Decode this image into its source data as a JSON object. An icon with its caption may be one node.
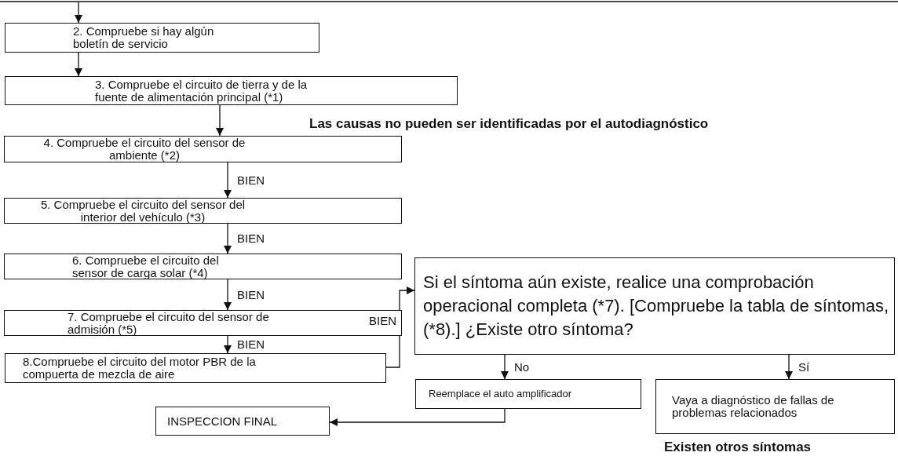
{
  "diagram": {
    "nodes": [
      {
        "text": [
          "2. Compruebe si hay algún boletín de servicio"
        ]
      },
      {
        "text": [
          "3. Compruebe el circuito de tierra  y de la fuente de alimentación principal (*1)"
        ]
      },
      {
        "text": [
          "4. Compruebe el circuito del sensor de ambiente (*2)"
        ]
      },
      {
        "text": [
          "5. Compruebe el circuito del sensor del interior del vehículo (*3)"
        ]
      },
      {
        "text": [
          "6. Compruebe el circuito del sensor de carga solar (*4)"
        ]
      },
      {
        "text": [
          "7. Compruebe el circuito del sensor de admisión (*5)"
        ]
      },
      {
        "text": [
          "8.Compruebe el circuito del motor PBR de la compuerta de mezcla de aire"
        ]
      },
      {
        "text": [
          "Si el síntoma aún existe, realice una comprobación operacional completa (*7). [Compruebe la tabla de síntomas, (*8).] ¿Existe otro síntoma?"
        ]
      },
      {
        "text": [
          "Reemplace el auto amplificador"
        ]
      },
      {
        "text": [
          "Vaya a diagnóstico de fallas de problemas relacionados"
        ]
      },
      {
        "text": [
          "INSPECCION FINAL"
        ]
      }
    ],
    "edges": [
      {
        "from": null,
        "to": 0,
        "arrow": "to"
      },
      {
        "from": 0,
        "to": 1,
        "arrow": "to"
      },
      {
        "from": 1,
        "to": 2,
        "arrow": "to"
      },
      {
        "from": 2,
        "to": 3,
        "arrow": "to",
        "label": "BIEN"
      },
      {
        "from": 3,
        "to": 4,
        "arrow": "to",
        "label": "BIEN"
      },
      {
        "from": 4,
        "to": 5,
        "arrow": "to",
        "label": "BIEN"
      },
      {
        "from": 5,
        "to": 6,
        "arrow": "to",
        "label": "BIEN"
      },
      {
        "from": 6,
        "to": 7,
        "arrow": "to",
        "label": "BIEN"
      },
      {
        "from": 7,
        "to": 8,
        "arrow": "to",
        "label": "No"
      },
      {
        "from": 7,
        "to": 9,
        "arrow": "to",
        "label": "Sí"
      },
      {
        "from": 8,
        "to": 10,
        "arrow": "to"
      }
    ],
    "labels": [
      "Las causas no pueden ser identificadas por el autodiagnóstico",
      "Existen otros síntomas"
    ]
  }
}
